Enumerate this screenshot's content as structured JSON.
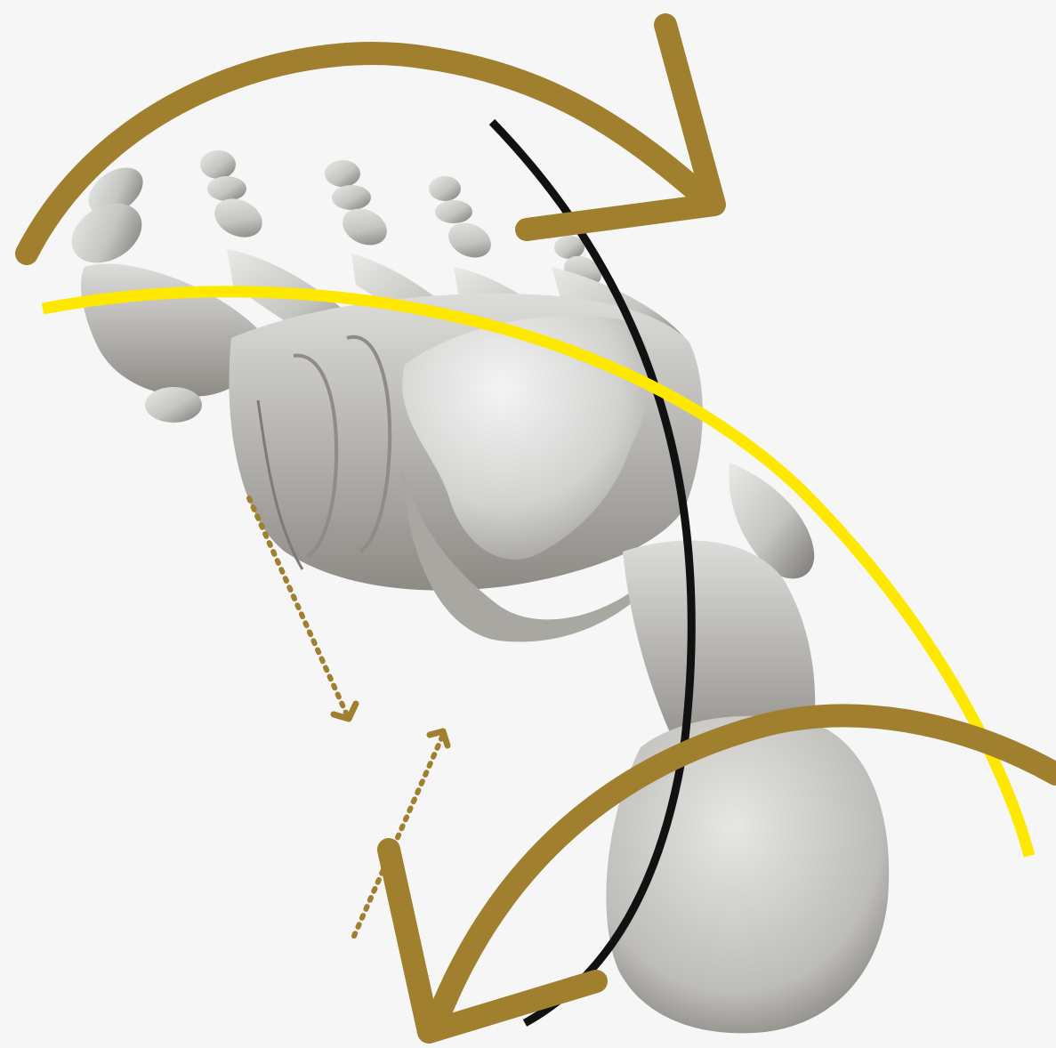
{
  "diagram": {
    "subject": "foot-skeleton-dorsal-view",
    "colors": {
      "background": "#f6f6f6",
      "bone_light": "#e2e2e0",
      "bone_mid": "#bdbdb9",
      "bone_dark": "#6d6a66",
      "rotation_arrow": "#a07f2e",
      "hinge_axis_curve": "#ffe800",
      "joint_axis_line": "#111111"
    },
    "arrows": {
      "forefoot_rotation": "clockwise",
      "hindfoot_rotation": "counter-clockwise",
      "dotted_motion_pair": "converging"
    }
  }
}
